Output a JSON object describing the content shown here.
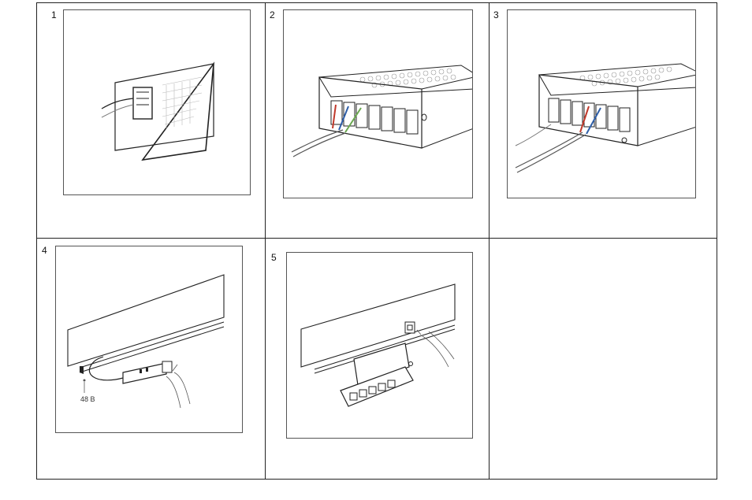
{
  "steps": [
    {
      "number": "1"
    },
    {
      "number": "2"
    },
    {
      "number": "3"
    },
    {
      "number": "4",
      "cable_label": "48 В"
    },
    {
      "number": "5"
    }
  ],
  "illustration_icons": [
    "panel-driver-icon",
    "power-supply-wiring-icon",
    "power-supply-output-icon",
    "track-connector-icon",
    "track-spotlight-icon"
  ]
}
